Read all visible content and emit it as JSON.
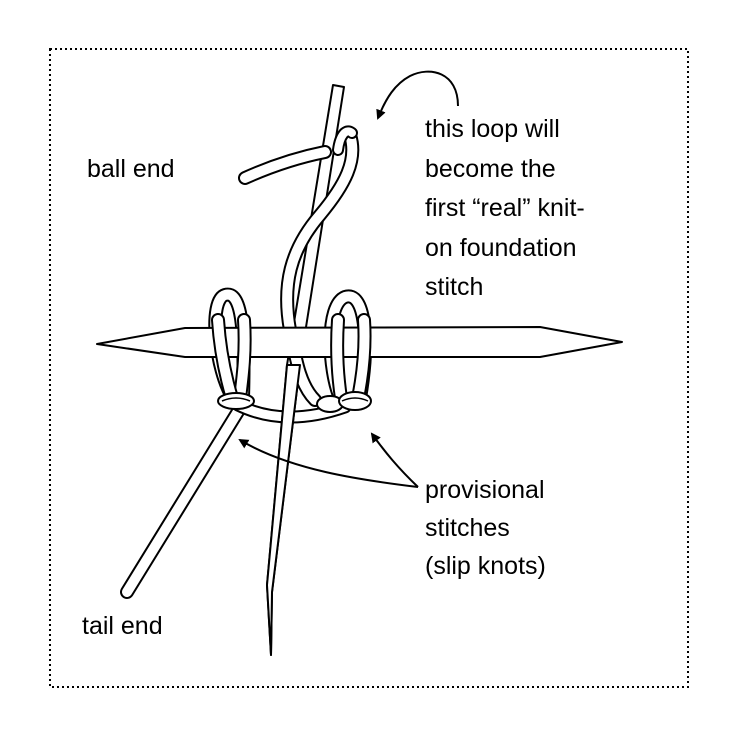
{
  "labels": {
    "ball_end": "ball end",
    "tail_end": "tail end"
  },
  "loop_note": {
    "lines": [
      "this loop will",
      "become the",
      "first “real” knit-",
      "on foundation",
      "stitch"
    ]
  },
  "provisional_note": {
    "lines": [
      "provisional",
      "stitches",
      "(slip knots)"
    ]
  },
  "colors": {
    "ink": "#000000",
    "paper": "#ffffff",
    "border": "#000000"
  }
}
